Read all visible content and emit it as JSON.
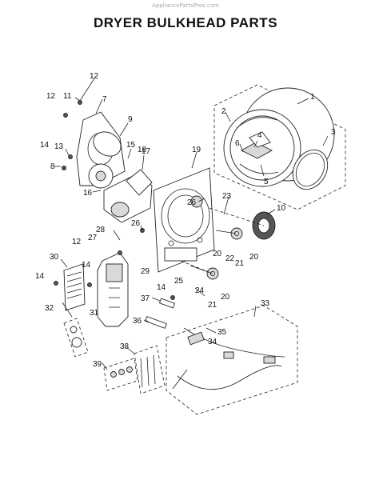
{
  "header": {
    "watermark": "AppliancePartsPros.com",
    "title": "DRYER BULKHEAD PARTS"
  },
  "callouts": {
    "c1": "1",
    "c2": "2",
    "c3": "3",
    "c4": "4",
    "c5": "5",
    "c6": "6",
    "c7": "7",
    "c8": "8",
    "c9": "9",
    "c10": "10",
    "c11": "11",
    "c12a": "12",
    "c12b": "12",
    "c12c": "12",
    "c13": "13",
    "c14a": "14",
    "c14b": "14",
    "c14c": "14",
    "c14d": "14",
    "c15": "15",
    "c16": "16",
    "c17": "17",
    "c18": "18",
    "c19": "19",
    "c20a": "20",
    "c20b": "20",
    "c20c": "20",
    "c21a": "21",
    "c21b": "21",
    "c22": "22",
    "c23": "23",
    "c24": "24",
    "c25": "25",
    "c26a": "26",
    "c26b": "26",
    "c27": "27",
    "c28": "28",
    "c29": "29",
    "c30": "30",
    "c31": "31",
    "c32": "32",
    "c33": "33",
    "c34": "34",
    "c35": "35",
    "c36": "36",
    "c37": "37",
    "c38": "38",
    "c39": "39"
  }
}
